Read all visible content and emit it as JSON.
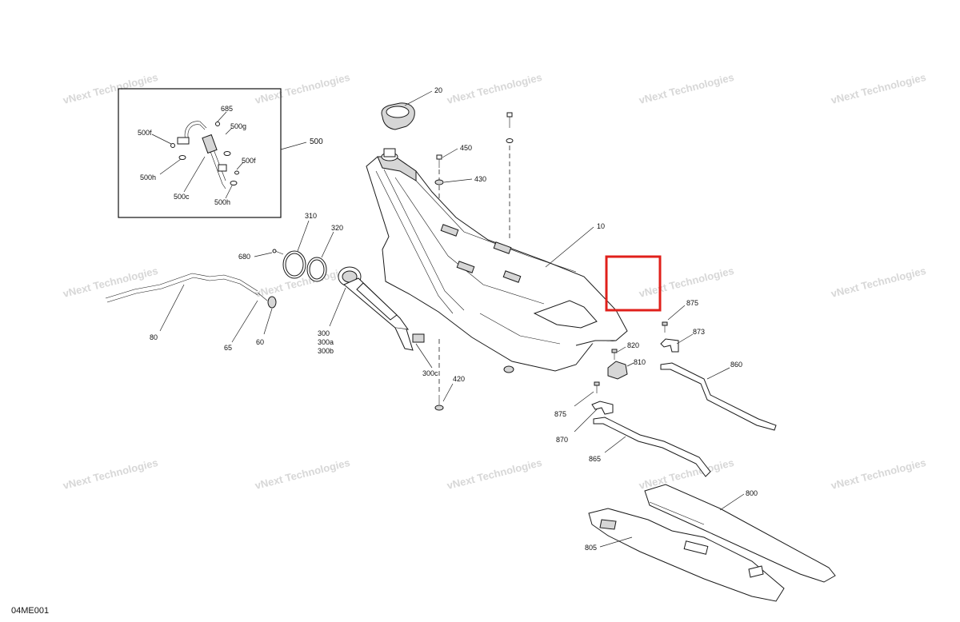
{
  "diagram": {
    "reference_code": "04ME001",
    "watermark_text": "vNext Technologies",
    "highlight_color": "#e0201b",
    "callouts": {
      "p20": "20",
      "p450": "450",
      "p430": "430",
      "p10": "10",
      "p310": "310",
      "p320": "320",
      "p680": "680",
      "p80": "80",
      "p65": "65",
      "p60": "60",
      "p300": "300",
      "p300a": "300a",
      "p300b": "300b",
      "p300c": "300c",
      "p420": "420",
      "p875a": "875",
      "p873": "873",
      "p820": "820",
      "p810": "810",
      "p860": "860",
      "p875b": "875",
      "p870": "870",
      "p865": "865",
      "p800": "800",
      "p805": "805",
      "p500": "500",
      "p685": "685",
      "p500g": "500g",
      "p500f_a": "500f",
      "p500f_b": "500f",
      "p500h_a": "500h",
      "p500h_b": "500h",
      "p500c": "500c"
    }
  }
}
